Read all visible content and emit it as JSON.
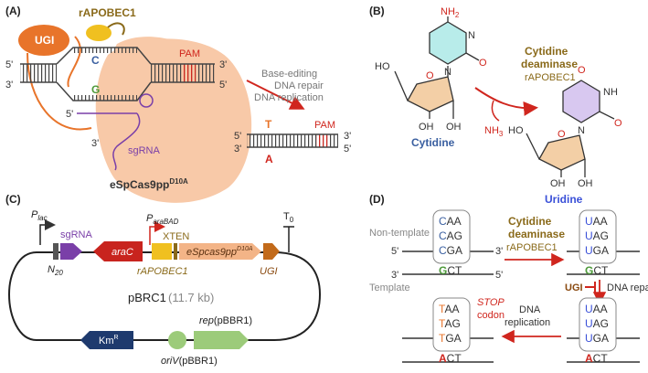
{
  "panels": {
    "a": "(A)",
    "b": "(B)",
    "c": "(C)",
    "d": "(D)"
  },
  "colors": {
    "orange": "#E8742A",
    "peach": "#F8C9A8",
    "red": "#D0261E",
    "olive": "#8A6A1A",
    "blue": "#3A5FA0",
    "green": "#4E9A3A",
    "purple": "#7A3FA8",
    "navy": "#1E3A6E",
    "yellow": "#F0C020",
    "lightgreen": "#9CCB7A"
  },
  "panel_a": {
    "ugi": "UGI",
    "rapobec1": "rAPOBEC1",
    "c_base": "C",
    "g_base": "G",
    "pam": "PAM",
    "five_top": "5'",
    "three_top": "3'",
    "three_left_bottom": "3'",
    "five_right_bottom": "5'",
    "five_strand": "5'",
    "three_sgrna": "3'",
    "sgrna": "sgRNA",
    "cas9_name": "eSpCas9pp",
    "cas9_sup": "D10A",
    "steps": [
      "Base-editing",
      "DNA repair",
      "DNA replication"
    ],
    "result_t": "T",
    "result_a": "A",
    "result_pam": "PAM",
    "result_5_top": "5'",
    "result_3_top": "3'",
    "result_3_bottom": "3'",
    "result_5_bottom": "5'"
  },
  "panel_b": {
    "nh2": "NH",
    "nh2_sub": "2",
    "n_ring": "N",
    "n1": "N",
    "o_carbonyl": "O",
    "ho": "HO",
    "o_ring": "O",
    "oh1": "OH",
    "oh2": "OH",
    "cytidine": "Cytidine",
    "enzyme": "Cytidine",
    "enzyme2": "deaminase",
    "enzyme3": "rAPOBEC1",
    "nh3": "NH",
    "nh3_sub": "3",
    "u_o_top": "O",
    "nh": "NH",
    "u_n": "N",
    "u_o": "O",
    "u_ho": "HO",
    "u_o_ring": "O",
    "u_oh1": "OH",
    "u_oh2": "OH",
    "uridine": "Uridine"
  },
  "panel_c": {
    "plac": "P",
    "plac_sub": "lac",
    "sgrna": "sgRNA",
    "n20": "N",
    "n20_sub": "20",
    "arac": "araC",
    "paraBAD": "P",
    "paraBAD_sub": "araBAD",
    "xten": "XTEN",
    "espcas9": "eSpcas9pp",
    "espcas9_sup": "D10A",
    "rapobec1": "rAPOBEC1",
    "ugi": "UGI",
    "t0": "T",
    "t0_sub": "0",
    "plasmid": "pBRC1",
    "size": "(11.7 kb)",
    "kmr": "Km",
    "kmr_sup": "R",
    "oriv": "oriV",
    "oriv_suffix": "(pBBR1)",
    "rep": "rep",
    "rep_suffix": "(pBBR1)"
  },
  "panel_d": {
    "non_template": "Non-template",
    "template": "Template",
    "five_a": "5'",
    "three_a": "3'",
    "three_b": "3'",
    "five_b": "5'",
    "codons_top_left": [
      {
        "first": "C",
        "rest": "AA"
      },
      {
        "first": "C",
        "rest": "AG"
      },
      {
        "first": "C",
        "rest": "GA"
      }
    ],
    "template_left": {
      "first": "G",
      "rest": "CT"
    },
    "enzyme": [
      "Cytidine",
      "deaminase"
    ],
    "enzyme3": "rAPOBEC1",
    "codons_top_right": [
      {
        "first": "U",
        "rest": "AA"
      },
      {
        "first": "U",
        "rest": "AG"
      },
      {
        "first": "U",
        "rest": "GA"
      }
    ],
    "template_right": {
      "first": "G",
      "rest": "CT"
    },
    "ugi": "UGI",
    "dna_repair": "DNA repair",
    "codons_bottom_right": [
      {
        "first": "U",
        "rest": "AA"
      },
      {
        "first": "U",
        "rest": "AG"
      },
      {
        "first": "U",
        "rest": "GA"
      }
    ],
    "template_bottom_right": {
      "first": "A",
      "rest": "CT"
    },
    "dna_replication": [
      "DNA",
      "replication"
    ],
    "codons_bottom_left": [
      {
        "first": "T",
        "rest": "AA"
      },
      {
        "first": "T",
        "rest": "AG"
      },
      {
        "first": "T",
        "rest": "GA"
      }
    ],
    "template_bottom_left": {
      "first": "A",
      "rest": "CT"
    },
    "stop": [
      "STOP",
      "codon"
    ]
  }
}
